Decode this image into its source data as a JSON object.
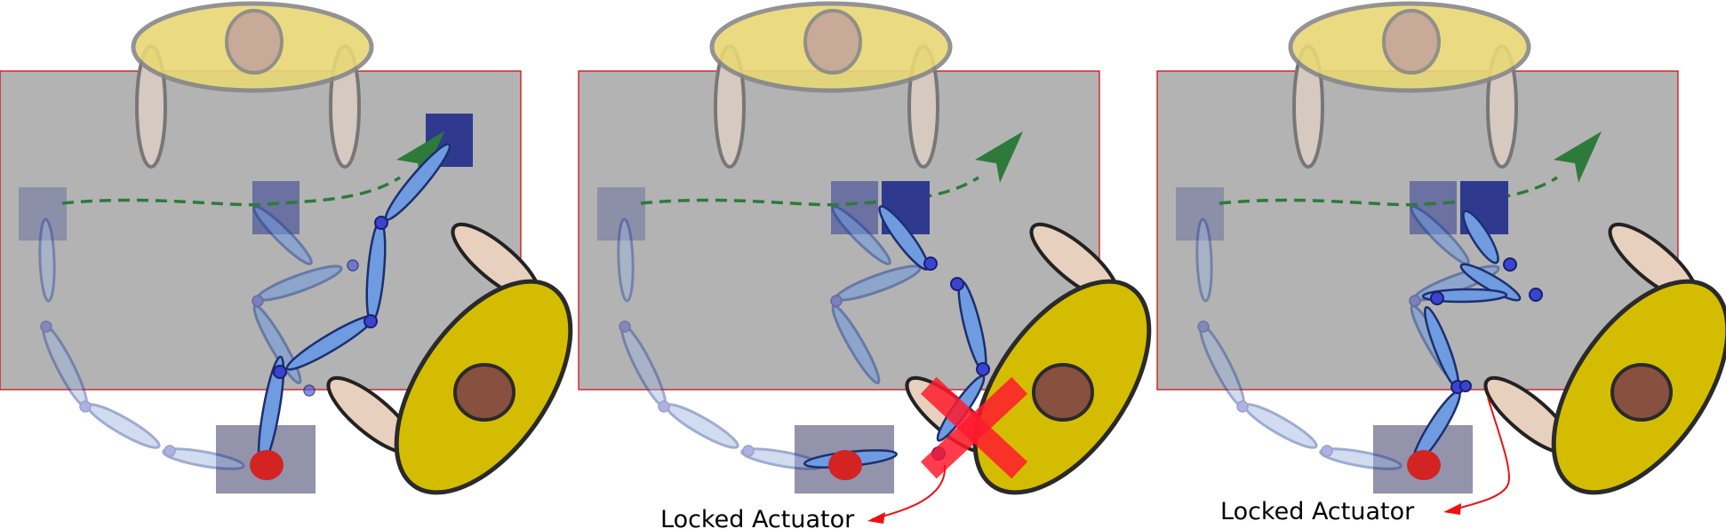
{
  "colors": {
    "table": "#b3b3b3",
    "table_border": "#d40000",
    "person_top": "#e8d875",
    "person_top_head": "#c4a59b",
    "arm_top": "#d6c9c0",
    "person_right": "#d4bd00",
    "person_right_head": "#87503f",
    "arm_right": "#e8d0be",
    "goal": "#2f3a8f",
    "link": "#6f9be0",
    "link_ghost": "#9bb3e0",
    "base": "#80809e",
    "base_joint": "#d42323",
    "path": "#2e7a3a",
    "locked": "#ff1a2e",
    "annotation": "#ee1111"
  },
  "panels": [
    {
      "id": "panel-1",
      "annotation": ""
    },
    {
      "id": "panel-2",
      "annotation": "Locked Actuator"
    },
    {
      "id": "panel-3",
      "annotation": "Locked Actuator"
    }
  ]
}
